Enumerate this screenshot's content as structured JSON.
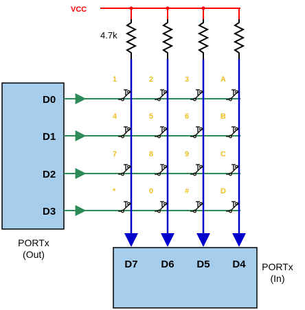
{
  "vcc_label": "VCC",
  "resistor_label": "4.7k",
  "out_port": {
    "label_line1": "PORTx",
    "label_line2": "(Out)",
    "pins": [
      "D0",
      "D1",
      "D2",
      "D3"
    ]
  },
  "in_port": {
    "label_line1": "PORTx",
    "label_line2": "(In)",
    "pins": [
      "D7",
      "D6",
      "D5",
      "D4"
    ]
  },
  "keys": [
    [
      "1",
      "2",
      "3",
      "A"
    ],
    [
      "4",
      "5",
      "6",
      "B"
    ],
    [
      "7",
      "8",
      "9",
      "C"
    ],
    [
      "*",
      "0",
      "#",
      "D"
    ]
  ],
  "colors": {
    "vcc": "#ff0000",
    "row_line": "#2e8b57",
    "column_line": "#0000cc",
    "port_fill": "#a7cdec",
    "key_label": "#f0c020",
    "switch": "#000000"
  }
}
